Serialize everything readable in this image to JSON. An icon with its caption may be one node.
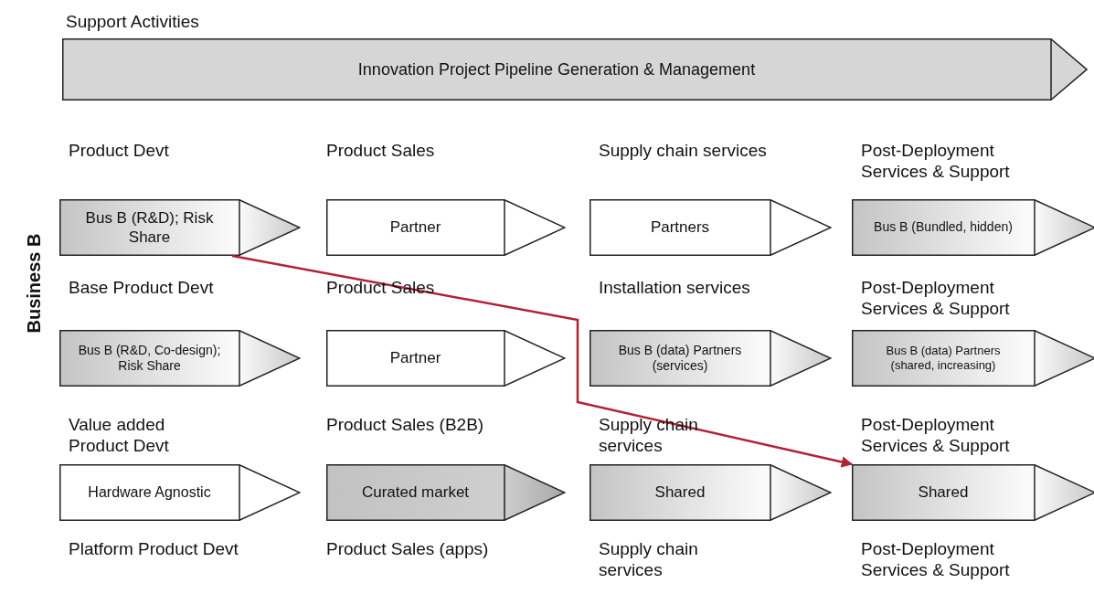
{
  "diagram": {
    "nodes": [
      {
        "text": [
          "Innovation Project Pipeline Generation & Management"
        ],
        "beside": [
          "Support Activities"
        ]
      },
      {
        "text": [
          "Bus B (R&D); Risk Share"
        ]
      },
      {
        "text": [
          "Partner"
        ]
      },
      {
        "text": [
          "Partners"
        ]
      },
      {
        "text": [
          "Bus B (Bundled, hidden)"
        ]
      },
      {
        "text": [
          "Bus B (R&D, Co-design); Risk Share"
        ]
      },
      {
        "text": [
          "Partner"
        ]
      },
      {
        "text": [
          "Bus B (data) Partners (services)"
        ]
      },
      {
        "text": [
          "Bus B (data) Partners (shared, increasing)"
        ]
      },
      {
        "text": [
          "Hardware Agnostic"
        ]
      },
      {
        "text": [
          "Curated market"
        ]
      },
      {
        "text": [
          "Shared"
        ]
      },
      {
        "text": [
          "Shared"
        ]
      }
    ],
    "edges": [
      {
        "from": 1,
        "to": 12,
        "arrow": "to",
        "color": "#b22234"
      }
    ],
    "labels": [
      "Business B",
      "Product Devt",
      "Product Sales",
      "Supply chain services",
      "Post-Deployment Services & Support",
      "Base Product Devt",
      "Product Sales",
      "Installation services",
      "Post-Deployment Services & Support",
      "Value added Product Devt",
      "Product Sales (B2B)",
      "Supply chain services",
      "Post-Deployment Services & Support",
      "Platform Product Devt",
      "Product Sales (apps)",
      "Supply chain services",
      "Post-Deployment Services & Support"
    ]
  }
}
